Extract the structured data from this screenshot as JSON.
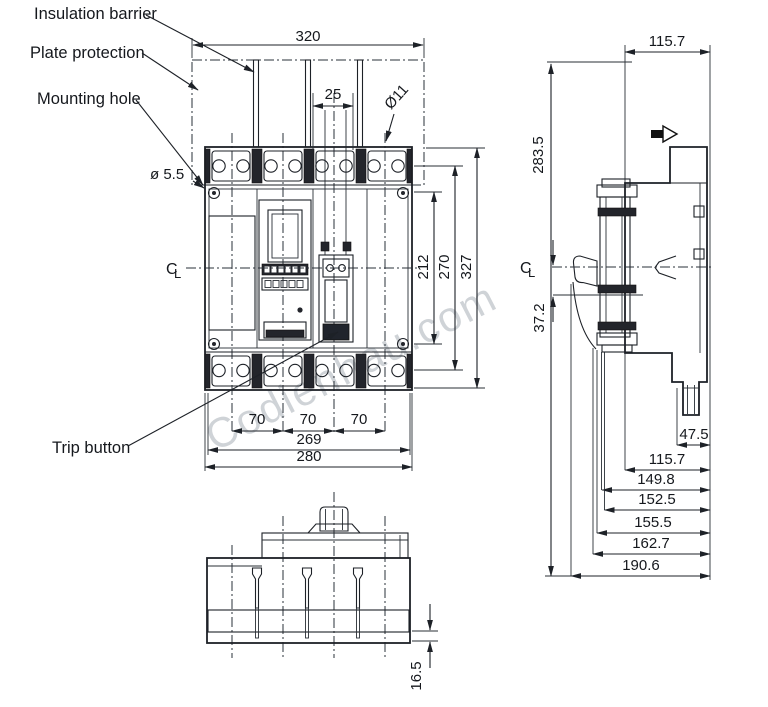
{
  "labels": {
    "insulation_barrier": "Insulation barrier",
    "plate_protection": "Plate protection",
    "mounting_hole": "Mounting hole",
    "trip_button": "Trip button",
    "centerline_c": "C",
    "centerline_l": "L"
  },
  "front_view": {
    "dims": {
      "overall_width": "320",
      "handle_slot_width": "25",
      "terminal_hole_dia": "Ø11",
      "mounting_hole_dia": "ø 5.5",
      "inner_height": "212",
      "hole_pitch_height": "270",
      "overall_height": "327",
      "pole_pitch": [
        "70",
        "70",
        "70"
      ],
      "mounting_width": "269",
      "base_width": "280"
    }
  },
  "side_view": {
    "dims": {
      "depth_top": "115.7",
      "overall_height": "283.5",
      "handle_offset": "37.2",
      "stack": [
        "47.5",
        "115.7",
        "149.8",
        "152.5",
        "155.5",
        "162.7",
        "190.6"
      ]
    }
  },
  "bottom_view": {
    "dims": {
      "rib_height": "16.5"
    }
  },
  "watermark": {
    "text": "Codienhau.com"
  },
  "colors": {
    "line": "#1d2127",
    "body_fill_light": "#edf3f9",
    "body_fill_dark": "#cfdeec",
    "dark_part": "#23252b"
  }
}
